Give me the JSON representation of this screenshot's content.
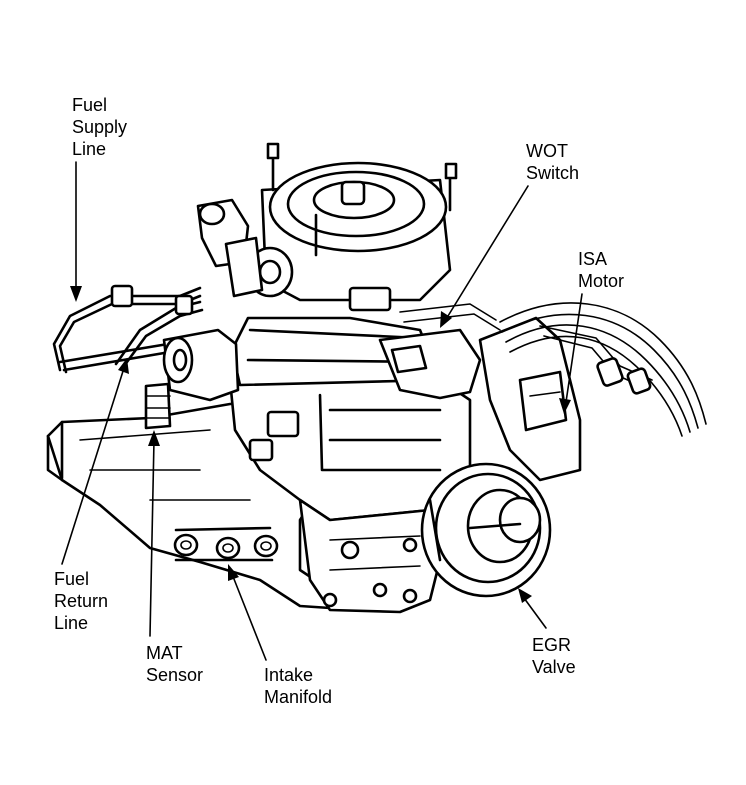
{
  "labels": {
    "fuel_supply_line": "Fuel\nSupply\nLine",
    "wot_switch": "WOT\nSwitch",
    "isa_motor": "ISA\nMotor",
    "fuel_return_line": "Fuel\nReturn\nLine",
    "mat_sensor": "MAT\nSensor",
    "intake_manifold": "Intake\nManifold",
    "egr_valve": "EGR\nValve"
  },
  "colors": {
    "ink": "#000000",
    "paper": "#ffffff"
  }
}
